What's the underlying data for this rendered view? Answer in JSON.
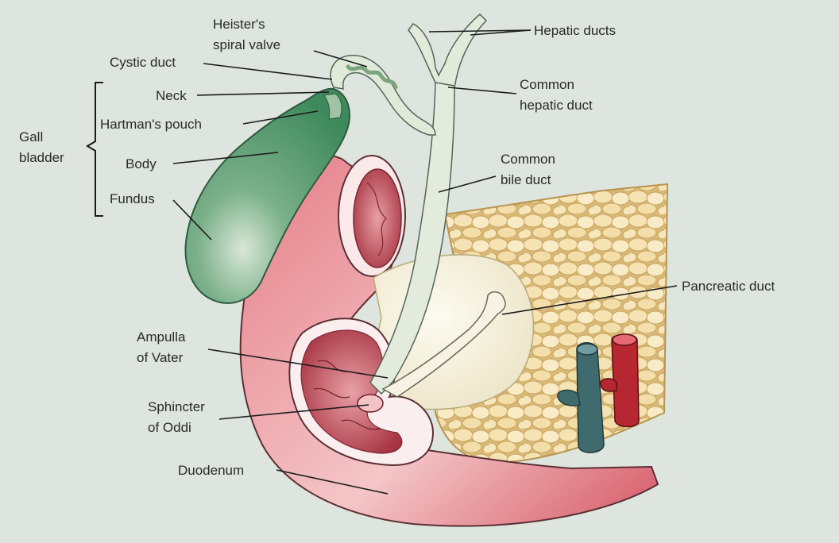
{
  "labels": {
    "heisters_1": "Heister's",
    "heisters_2": "spiral valve",
    "hepatic_ducts": "Hepatic ducts",
    "cystic_duct": "Cystic duct",
    "common_hepatic_1": "Common",
    "common_hepatic_2": "hepatic duct",
    "neck": "Neck",
    "hartmans_pouch": "Hartman's pouch",
    "gall_1": "Gall",
    "gall_2": "bladder",
    "body": "Body",
    "common_bile_1": "Common",
    "common_bile_2": "bile duct",
    "fundus": "Fundus",
    "pancreatic_duct": "Pancreatic duct",
    "ampulla_1": "Ampulla",
    "ampulla_2": "of Vater",
    "sphincter_1": "Sphincter",
    "sphincter_2": "of Oddi",
    "duodenum": "Duodenum"
  },
  "colors": {
    "background": "#dde5de",
    "gallbladder": "#4d9467",
    "ducts": "#dfe8d6",
    "duodenum": "#d9727c",
    "mucosa": "#b3424e",
    "pancreas": "#efd9a0",
    "vein": "#3f6b6e",
    "artery": "#b72732"
  }
}
